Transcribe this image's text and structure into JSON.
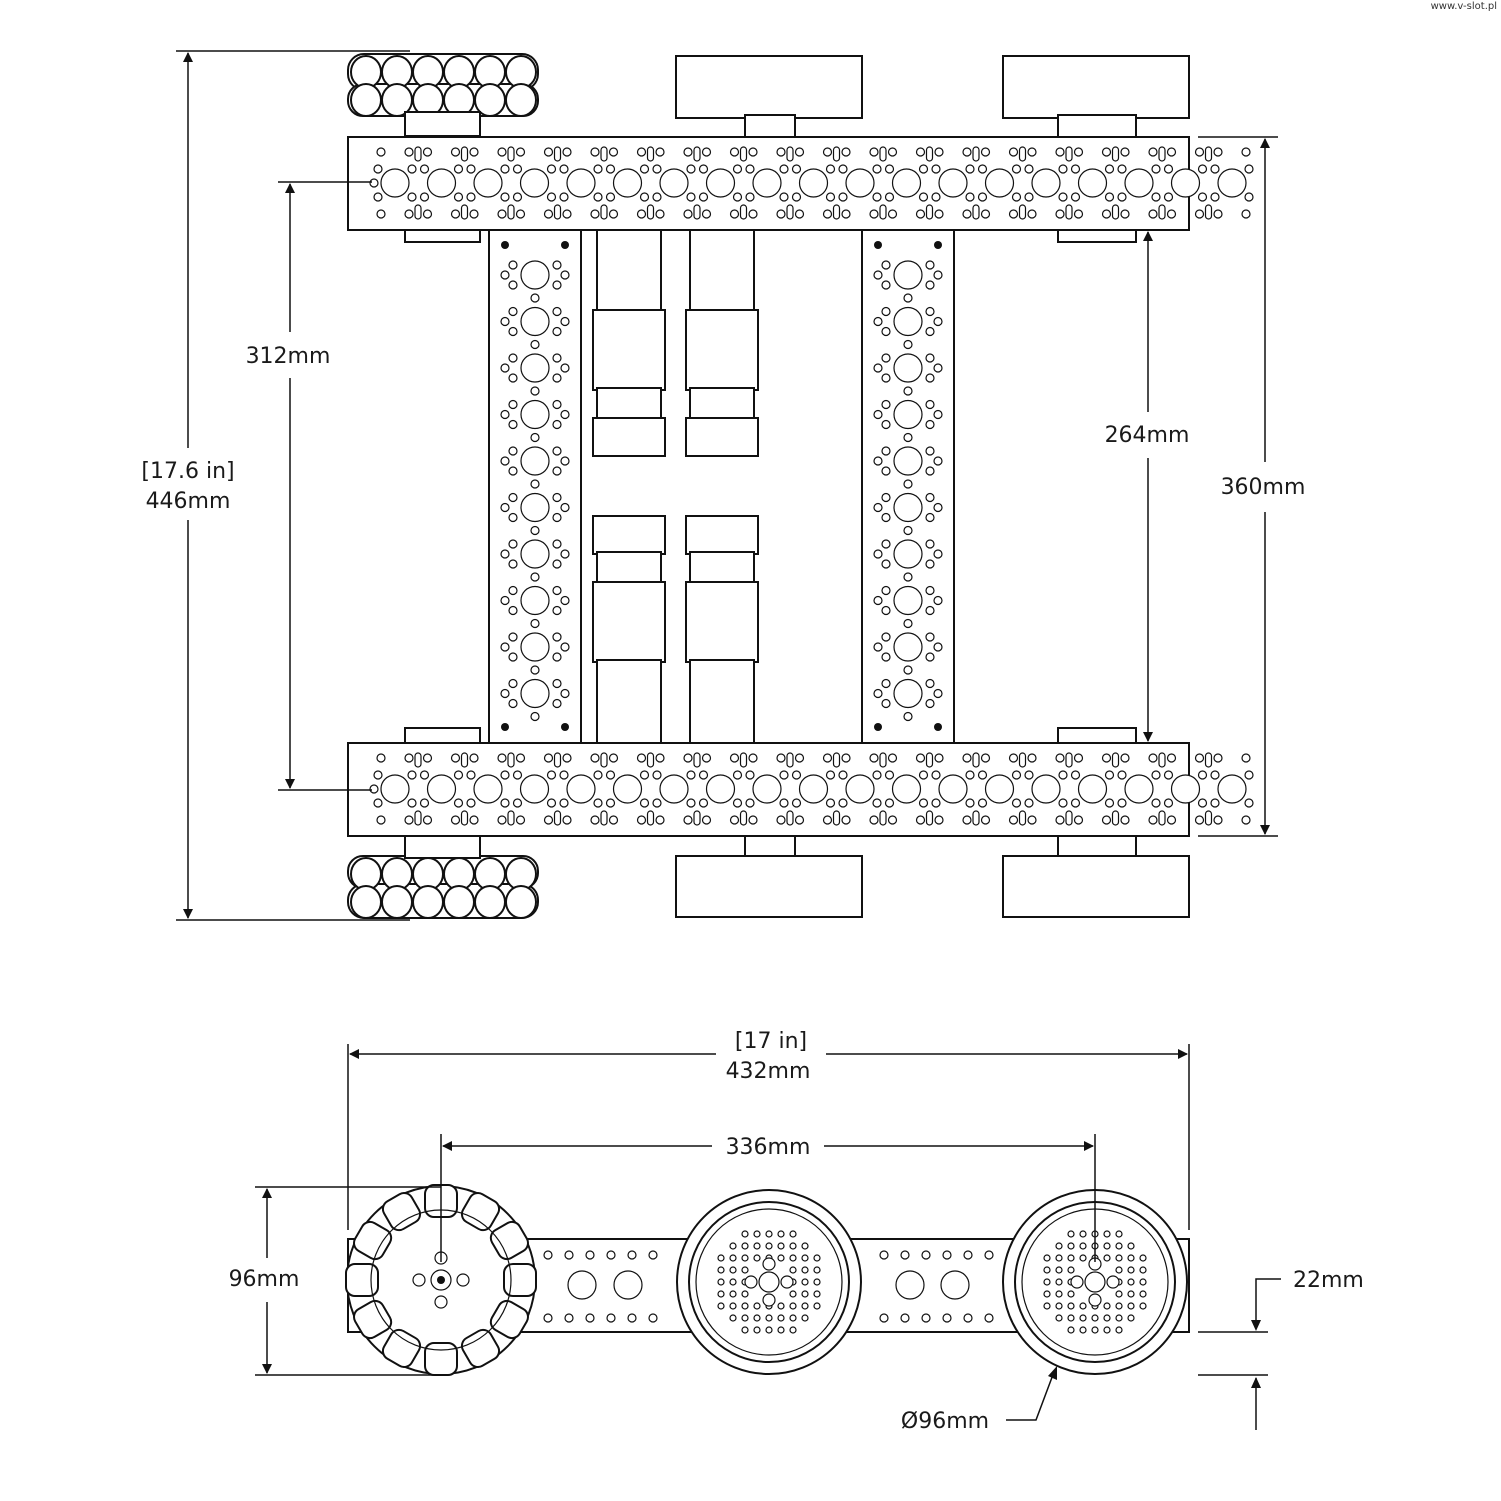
{
  "source_label": "www.v-slot.pl",
  "dimensions": {
    "overall_length_in": "[17.6 in]",
    "overall_length_mm": "446mm",
    "wheel_center_distance": "312mm",
    "inner_span": "264mm",
    "frame_length": "360mm",
    "overall_width_in": "[17 in]",
    "overall_width_mm": "432mm",
    "wheelbase": "336mm",
    "wheel_height": "96mm",
    "channel_height": "22mm",
    "wheel_diameter": "Ø96mm"
  },
  "colors": {
    "line": "#111111",
    "background": "#ffffff"
  }
}
